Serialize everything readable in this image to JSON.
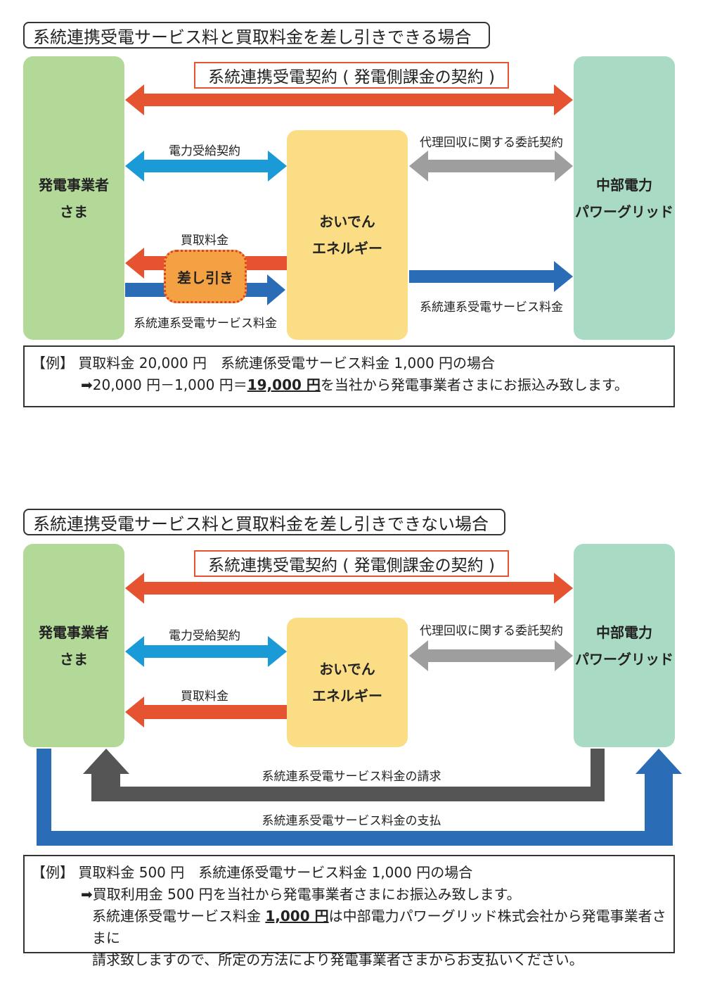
{
  "top": {
    "title": "系統連携受電サービス料と買取料金を差し引きできる場合",
    "left_box": {
      "line1": "発電事業者",
      "line2": "さま"
    },
    "middle_box": {
      "line1": "おいでん",
      "line2": "エネルギー"
    },
    "right_box": {
      "line1": "中部電力",
      "line2": "パワーグリッド"
    },
    "contract_label": "系統連携受電契約 ( 発電側課金の契約 )",
    "power_supply_label": "電力受給契約",
    "agency_label": "代理回収に関する委託契約",
    "purchase_label": "買取料金",
    "subtract_label": "差し引き",
    "service_fee_left_label": "系統連系受電サービス料金",
    "service_fee_right_label": "系統連系受電サービス料金",
    "example": {
      "line1": "【例】 買取料金 20,000 円　系統連係受電サービス料金 1,000 円の場合",
      "line2_prefix": "➡20,000 円－1,000 円＝",
      "line2_bold": "19,000 円",
      "line2_suffix": "を当社から発電事業者さまにお振込み致します。"
    }
  },
  "bottom": {
    "title": "系統連携受電サービス料と買取料金を差し引きできない場合",
    "left_box": {
      "line1": "発電事業者",
      "line2": "さま"
    },
    "middle_box": {
      "line1": "おいでん",
      "line2": "エネルギー"
    },
    "right_box": {
      "line1": "中部電力",
      "line2": "パワーグリッド"
    },
    "contract_label": "系統連携受電契約 ( 発電側課金の契約 )",
    "power_supply_label": "電力受給契約",
    "agency_label": "代理回収に関する委託契約",
    "purchase_label": "買取料金",
    "billing_label": "系統連系受電サービス料金の請求",
    "payment_label": "系統連系受電サービス料金の支払",
    "example": {
      "line1": "【例】 買取料金 500 円　系統連係受電サービス料金 1,000 円の場合",
      "line2": "➡買取利用金 500 円を当社から発電事業者さまにお振込み致します。",
      "line3_prefix": "系統連係受電サービス料金 ",
      "line3_bold": "1,000 円",
      "line3_suffix": "は中部電力パワーグリッド株式会社から発電事業者さまに",
      "line4": "請求致しますので、所定の方法により発電事業者さまからお支払いください。"
    }
  },
  "colors": {
    "red_arrow": "#e55330",
    "blue_light_arrow": "#1a9ad6",
    "blue_dark_arrow": "#2b6cb7",
    "gray_arrow": "#9e9e9e",
    "dark_gray_arrow": "#555555",
    "green_box": "#b2d998",
    "teal_box": "#a9dbc4",
    "yellow_box": "#fbdd86"
  }
}
